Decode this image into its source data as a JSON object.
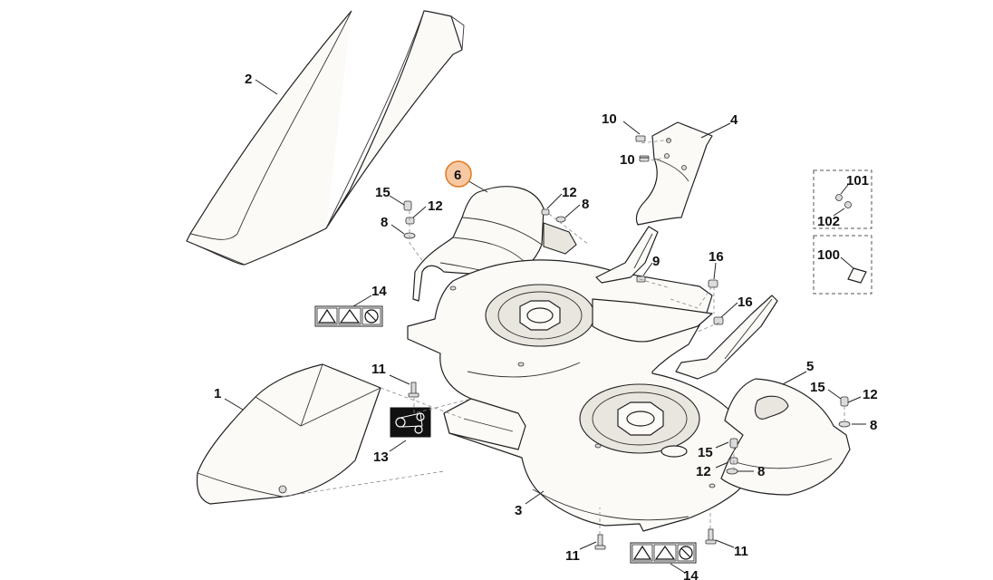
{
  "diagram": {
    "callouts": [
      {
        "id": "c2",
        "label": "2"
      },
      {
        "id": "c6",
        "label": "6",
        "highlight_color": "#e07b27"
      },
      {
        "id": "c10a",
        "label": "10"
      },
      {
        "id": "c10b",
        "label": "10"
      },
      {
        "id": "c4",
        "label": "4"
      },
      {
        "id": "c15a",
        "label": "15"
      },
      {
        "id": "c12a",
        "label": "12"
      },
      {
        "id": "c8a",
        "label": "8"
      },
      {
        "id": "c12b",
        "label": "12"
      },
      {
        "id": "c8b",
        "label": "8"
      },
      {
        "id": "c9",
        "label": "9"
      },
      {
        "id": "c16a",
        "label": "16"
      },
      {
        "id": "c16b",
        "label": "16"
      },
      {
        "id": "c14a",
        "label": "14"
      },
      {
        "id": "c11a",
        "label": "11"
      },
      {
        "id": "c1",
        "label": "1"
      },
      {
        "id": "c13",
        "label": "13"
      },
      {
        "id": "c3",
        "label": "3"
      },
      {
        "id": "c5",
        "label": "5"
      },
      {
        "id": "c15b",
        "label": "15"
      },
      {
        "id": "c12c",
        "label": "12"
      },
      {
        "id": "c8c",
        "label": "8"
      },
      {
        "id": "c15c",
        "label": "15"
      },
      {
        "id": "c12d",
        "label": "12"
      },
      {
        "id": "c8d",
        "label": "8"
      },
      {
        "id": "c11b",
        "label": "11"
      },
      {
        "id": "c11c",
        "label": "11"
      },
      {
        "id": "c14b",
        "label": "14"
      },
      {
        "id": "c101",
        "label": "101"
      },
      {
        "id": "c102",
        "label": "102"
      },
      {
        "id": "c100",
        "label": "100"
      }
    ]
  }
}
